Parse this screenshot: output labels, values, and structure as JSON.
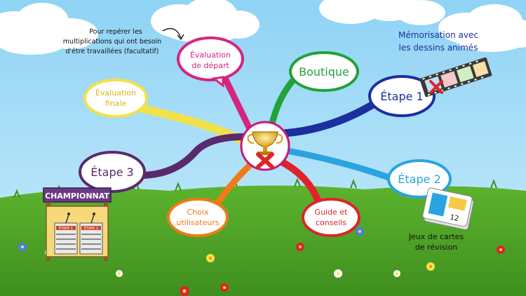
{
  "hint": {
    "line1": "Pour repérer les",
    "line2": "multiplications qui ont besoin",
    "line3": "d'être travaillées (facultatif)"
  },
  "nodes": {
    "evaluation_depart": {
      "line1": "Évaluation",
      "line2": "de départ",
      "color": "#d6247f"
    },
    "evaluation_finale": {
      "line1": "Évaluation",
      "line2": "finale",
      "color": "#f2e24a"
    },
    "boutique": {
      "label": "Boutique",
      "color": "#22a23a"
    },
    "etape1": {
      "label": "Étape 1",
      "color": "#1c2f9e"
    },
    "etape2": {
      "label": "Étape 2",
      "color": "#2aa3e0"
    },
    "etape3": {
      "label": "Étape 3",
      "color": "#5a2a6e"
    },
    "choix_utilisateurs": {
      "line1": "Choix",
      "line2": "utilisateurs",
      "color": "#f07a16"
    },
    "guide_conseils": {
      "line1": "Guide et",
      "line2": "conseils",
      "color": "#e0222a"
    }
  },
  "memorisation": {
    "line1": "Mémorisation avec",
    "line2": "les dessins animés"
  },
  "cartes": {
    "line1": "Jeux de cartes",
    "line2": "de révision",
    "card_number": "12"
  },
  "championnat": {
    "title": "CHAMPIONNAT",
    "podium_left": "ÉTAPE 1",
    "podium_right": "ÉTAPE 2"
  }
}
